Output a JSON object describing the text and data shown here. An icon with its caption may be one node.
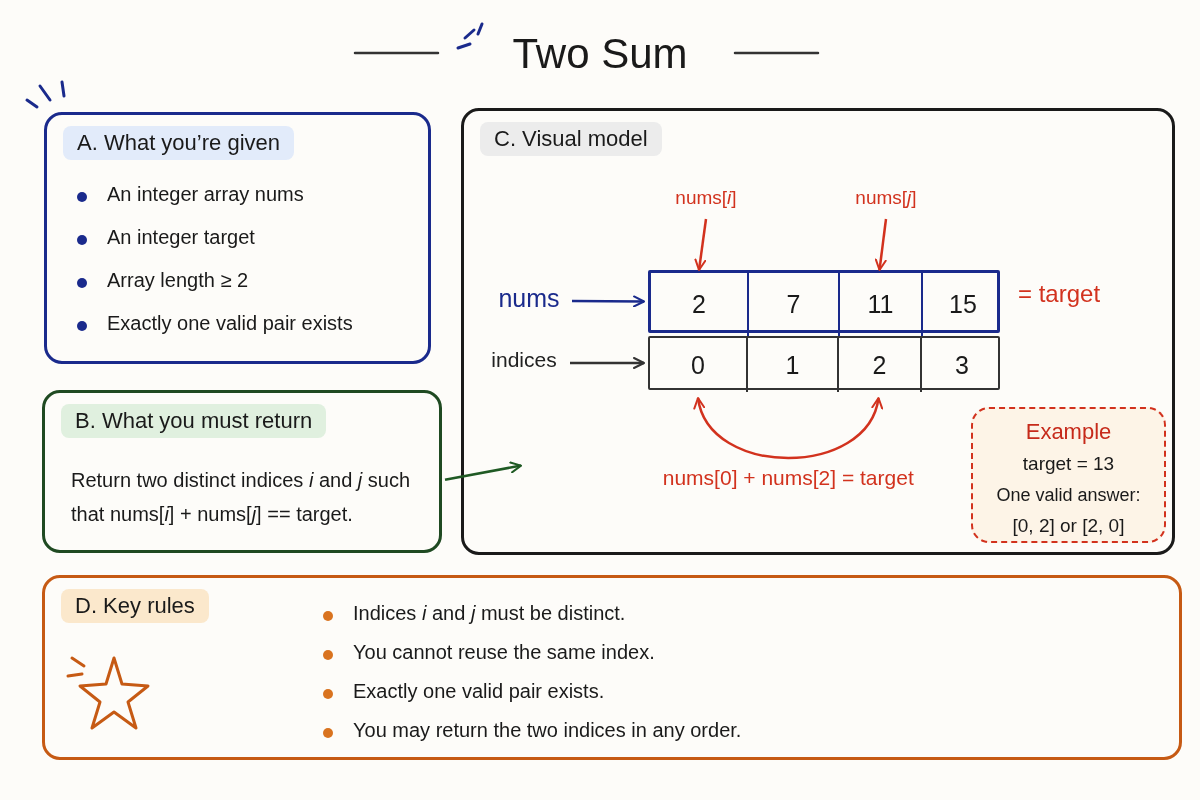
{
  "diagram": {
    "title": "Two Sum",
    "nodes": [
      {
        "text": [
          "A. What you’re given",
          "An integer array nums",
          "An integer target",
          "Array length ≥ 2",
          "Exactly one valid pair exists"
        ]
      },
      {
        "text": [
          "B. What you must return",
          "Return two distinct indices *i* and *j* such that nums[*i*] + nums[*j*] == target."
        ]
      },
      {
        "text": [
          "C. Visual model"
        ]
      },
      {
        "text": [
          "nums"
        ],
        "in": 2
      },
      {
        "text": [],
        "shape": "box",
        "in": 2
      },
      {
        "text": [
          "2"
        ],
        "in": 4
      },
      {
        "text": [
          "7"
        ],
        "in": 4
      },
      {
        "text": [
          "11"
        ],
        "in": 4
      },
      {
        "text": [
          "15"
        ],
        "in": 4
      },
      {
        "text": [
          "indices"
        ],
        "in": 2
      },
      {
        "text": [],
        "shape": "box",
        "in": 2
      },
      {
        "text": [
          "0"
        ],
        "in": 10
      },
      {
        "text": [
          "1"
        ],
        "in": 10
      },
      {
        "text": [
          "2"
        ],
        "in": 10
      },
      {
        "text": [
          "3"
        ],
        "in": 10
      },
      {
        "text": [
          "nums[*i*]"
        ],
        "in": 2
      },
      {
        "text": [
          "nums[*j*]"
        ],
        "in": 2
      },
      {
        "text": [
          "Example",
          "target = 13",
          "One valid answer:",
          "[0, 2] or [2, 0]"
        ],
        "in": 2
      },
      {
        "text": [
          "D. Key rules",
          "Indices *i* and *j* must be distinct.",
          "You cannot reuse the same index.",
          "Exactly one valid pair exists.",
          "You may return the two indices in any order."
        ]
      }
    ],
    "edges": [
      {
        "from": 1,
        "to": 2,
        "arrow": "to",
        "color": "#1f5a24"
      },
      {
        "from": 3,
        "to": 4,
        "arrow": "to",
        "color": "#1a2a8c"
      },
      {
        "from": 9,
        "to": 10,
        "arrow": "to",
        "color": "#333333"
      },
      {
        "from": 15,
        "to": 5,
        "arrow": "to",
        "color": "#d2321e"
      },
      {
        "from": 16,
        "to": 7,
        "arrow": "to",
        "color": "#d2321e"
      },
      {
        "from": 11,
        "to": 13,
        "arrow": "both",
        "color": "#d2321e",
        "label": "nums[0] + nums[2] = target"
      }
    ],
    "labels": [
      "= target"
    ]
  }
}
